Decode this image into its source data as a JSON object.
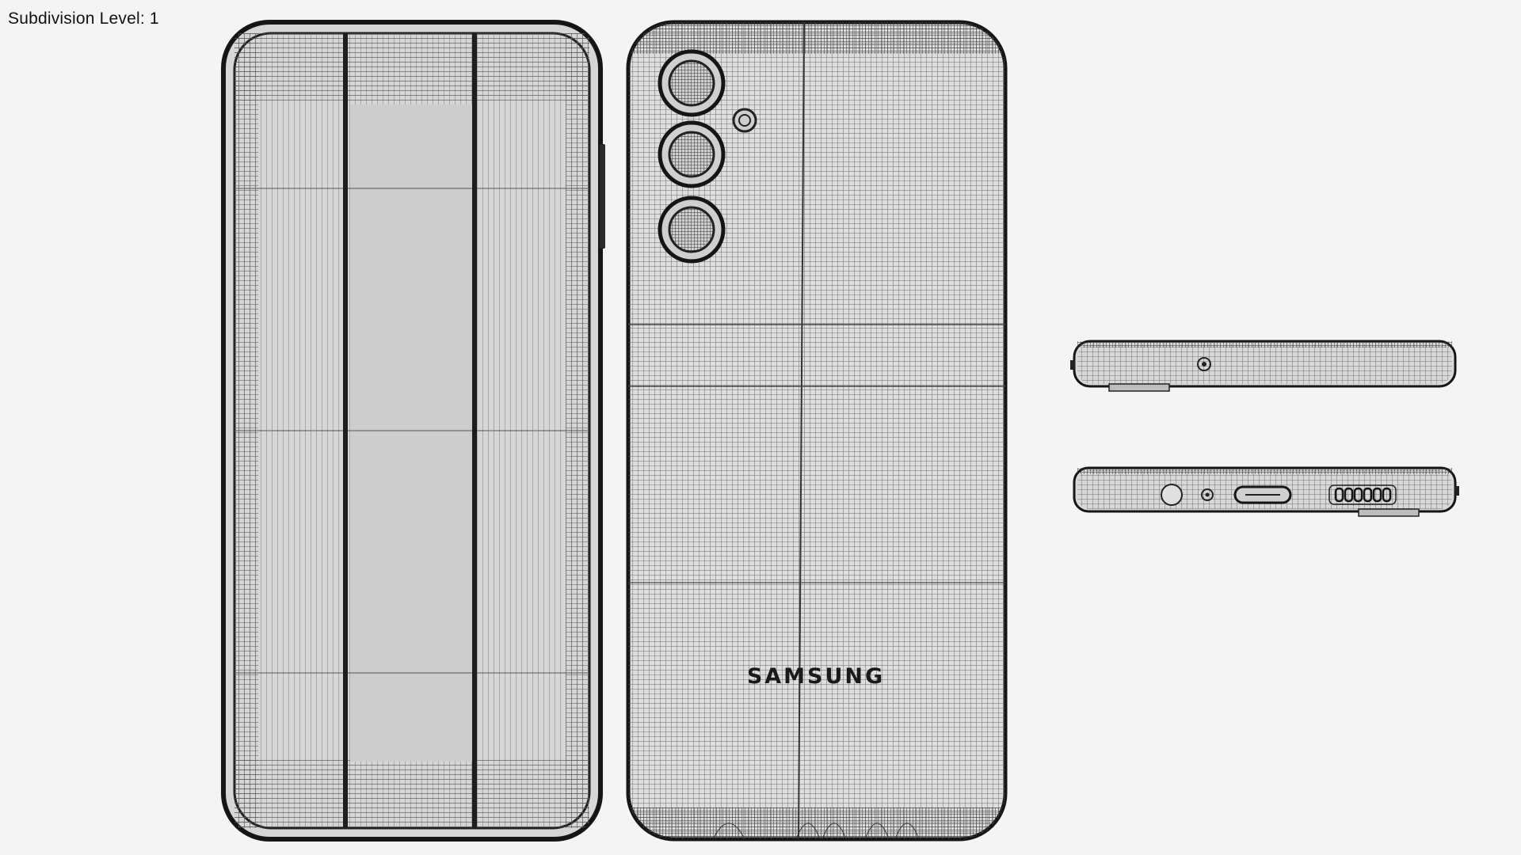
{
  "overlay": {
    "label_prefix": "Subdivision Level",
    "label_value": "1",
    "label_text": "Subdivision Level: 1"
  },
  "views": {
    "front": {
      "name": "front-view"
    },
    "back": {
      "name": "back-view",
      "brand_text": "SAMSUNG",
      "camera_count": 3
    },
    "top": {
      "name": "top-edge-view"
    },
    "bottom": {
      "name": "bottom-edge-view",
      "speaker_holes": 6
    }
  },
  "colors": {
    "background": "#f4f4f4",
    "screen_fill": "#cfcfcf",
    "body_fill": "#dcdcdc",
    "wire": "#3a3a3a",
    "outline": "#151515"
  }
}
